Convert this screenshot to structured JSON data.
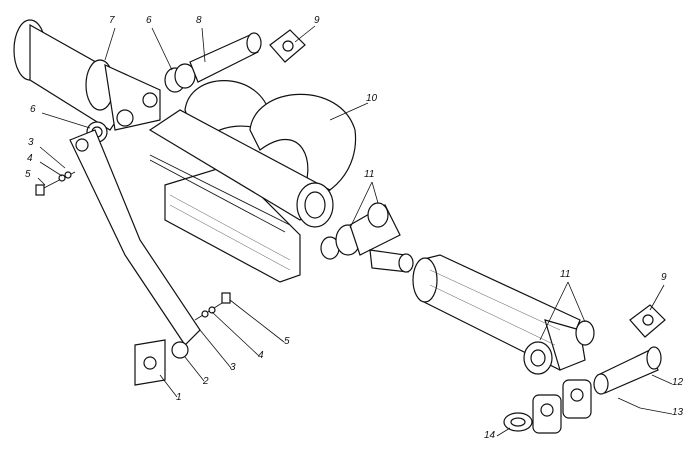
{
  "figure": {
    "type": "exploded assembly drawing",
    "callouts": [
      "7",
      "6",
      "8",
      "9",
      "6",
      "10",
      "3",
      "4",
      "5",
      "11",
      "11",
      "9",
      "5",
      "4",
      "3",
      "2",
      "1",
      "12",
      "13",
      "14"
    ]
  }
}
